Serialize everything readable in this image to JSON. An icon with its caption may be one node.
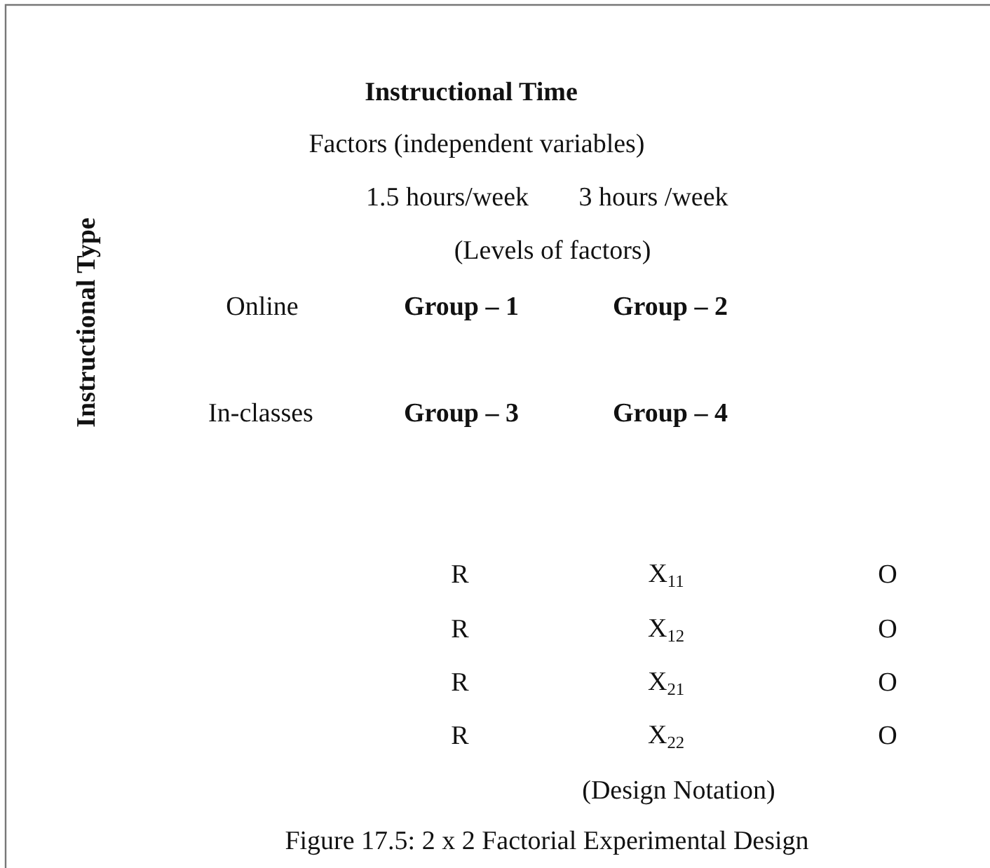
{
  "diagram": {
    "title": "Instructional Time",
    "caption": "Figure 17.5: 2 x 2 Factorial  Experimental Design",
    "labels": [
      "Factors (independent variables)",
      "1.5 hours/week",
      "3 hours /week",
      "(Levels of factors)",
      "Instructional Type",
      "Online",
      "Group – 1",
      "Group – 2",
      "In-classes",
      "Group – 3",
      "Group – 4",
      "R",
      "X$_{11}$",
      "O",
      "R",
      "X$_{12}$",
      "O",
      "R",
      "X$_{21}$",
      "O",
      "R",
      "X$_{22}$",
      "O",
      "(Design Notation)"
    ]
  }
}
